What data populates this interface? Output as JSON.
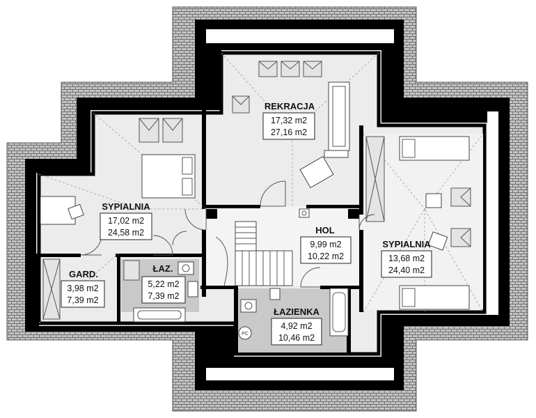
{
  "colors": {
    "wall": "#000000",
    "roof_fill": "#bdbdbd",
    "roof_line": "#7a7a7a",
    "floor": "#ececec",
    "bathroom_floor": "#c9c9c9",
    "background": "#ffffff"
  },
  "rooms": [
    {
      "id": "rekracja",
      "name": "REKRACJA",
      "net_area": "17,32 m2",
      "gross_area": "27,16 m2"
    },
    {
      "id": "sypialnia-left",
      "name": "SYPIALNIA",
      "net_area": "17,02 m2",
      "gross_area": "24,58 m2"
    },
    {
      "id": "hol",
      "name": "HOL",
      "net_area": "9,99 m2",
      "gross_area": "10,22 m2"
    },
    {
      "id": "sypialnia-right",
      "name": "SYPIALNIA",
      "net_area": "13,68 m2",
      "gross_area": "24,40 m2"
    },
    {
      "id": "gard",
      "name": "GARD.",
      "net_area": "3,98 m2",
      "gross_area": "7,39 m2"
    },
    {
      "id": "laz",
      "name": "ŁAZ.",
      "net_area": "5,22 m2",
      "gross_area": "7,39 m2"
    },
    {
      "id": "lazienka",
      "name": "ŁAZIENKA",
      "net_area": "4,92 m2",
      "gross_area": "10,46 m2"
    }
  ],
  "fixtures": {
    "pc_label": "PC"
  }
}
